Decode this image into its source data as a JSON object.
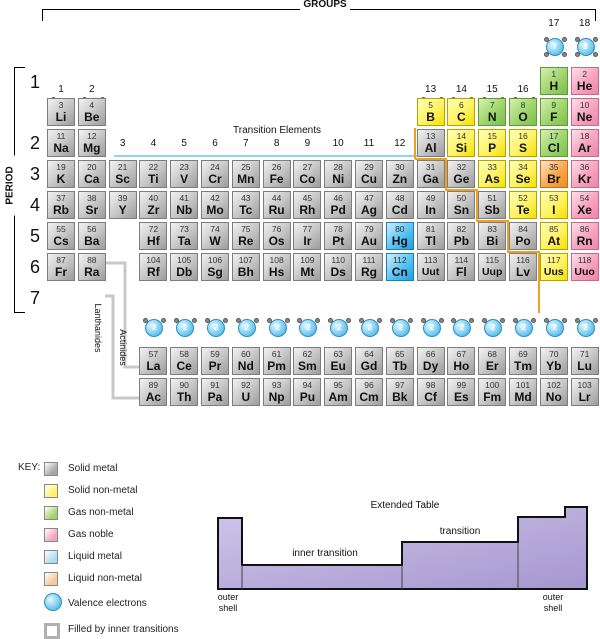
{
  "header": {
    "groups_label": "GROUPS",
    "period_label": "PERIOD",
    "transition_label": "Transition Elements",
    "lanthanides_label": "Lanthanides",
    "actinides_label": "Actinides"
  },
  "group_numbers": [
    "1",
    "2",
    "3",
    "4",
    "5",
    "6",
    "7",
    "8",
    "9",
    "10",
    "11",
    "12",
    "13",
    "14",
    "15",
    "16",
    "17",
    "18"
  ],
  "period_numbers": [
    "1",
    "2",
    "3",
    "4",
    "5",
    "6",
    "7"
  ],
  "valence_numbers": [
    "1",
    "2",
    "3",
    "4",
    "5",
    "6",
    "7",
    "8"
  ],
  "elements": [
    {
      "n": "1",
      "s": "H",
      "r": 1,
      "c": 17,
      "k": "green"
    },
    {
      "n": "2",
      "s": "He",
      "r": 1,
      "c": 18,
      "k": "pink"
    },
    {
      "n": "3",
      "s": "Li",
      "r": 2,
      "c": 1,
      "k": "gray"
    },
    {
      "n": "4",
      "s": "Be",
      "r": 2,
      "c": 2,
      "k": "gray"
    },
    {
      "n": "5",
      "s": "B",
      "r": 2,
      "c": 13,
      "k": "yellow"
    },
    {
      "n": "6",
      "s": "C",
      "r": 2,
      "c": 14,
      "k": "yellow"
    },
    {
      "n": "7",
      "s": "N",
      "r": 2,
      "c": 15,
      "k": "green"
    },
    {
      "n": "8",
      "s": "O",
      "r": 2,
      "c": 16,
      "k": "green"
    },
    {
      "n": "9",
      "s": "F",
      "r": 2,
      "c": 17,
      "k": "green"
    },
    {
      "n": "10",
      "s": "Ne",
      "r": 2,
      "c": 18,
      "k": "pink"
    },
    {
      "n": "11",
      "s": "Na",
      "r": 3,
      "c": 1,
      "k": "gray"
    },
    {
      "n": "12",
      "s": "Mg",
      "r": 3,
      "c": 2,
      "k": "gray"
    },
    {
      "n": "13",
      "s": "Al",
      "r": 3,
      "c": 13,
      "k": "gray"
    },
    {
      "n": "14",
      "s": "Si",
      "r": 3,
      "c": 14,
      "k": "yellow"
    },
    {
      "n": "15",
      "s": "P",
      "r": 3,
      "c": 15,
      "k": "yellow"
    },
    {
      "n": "16",
      "s": "S",
      "r": 3,
      "c": 16,
      "k": "yellow"
    },
    {
      "n": "17",
      "s": "Cl",
      "r": 3,
      "c": 17,
      "k": "green"
    },
    {
      "n": "18",
      "s": "Ar",
      "r": 3,
      "c": 18,
      "k": "pink"
    },
    {
      "n": "19",
      "s": "K",
      "r": 4,
      "c": 1,
      "k": "gray"
    },
    {
      "n": "20",
      "s": "Ca",
      "r": 4,
      "c": 2,
      "k": "gray"
    },
    {
      "n": "21",
      "s": "Sc",
      "r": 4,
      "c": 3,
      "k": "gray"
    },
    {
      "n": "22",
      "s": "Ti",
      "r": 4,
      "c": 4,
      "k": "gray"
    },
    {
      "n": "23",
      "s": "V",
      "r": 4,
      "c": 5,
      "k": "gray"
    },
    {
      "n": "24",
      "s": "Cr",
      "r": 4,
      "c": 6,
      "k": "gray"
    },
    {
      "n": "25",
      "s": "Mn",
      "r": 4,
      "c": 7,
      "k": "gray"
    },
    {
      "n": "26",
      "s": "Fe",
      "r": 4,
      "c": 8,
      "k": "gray"
    },
    {
      "n": "27",
      "s": "Co",
      "r": 4,
      "c": 9,
      "k": "gray"
    },
    {
      "n": "28",
      "s": "Ni",
      "r": 4,
      "c": 10,
      "k": "gray"
    },
    {
      "n": "29",
      "s": "Cu",
      "r": 4,
      "c": 11,
      "k": "gray"
    },
    {
      "n": "30",
      "s": "Zn",
      "r": 4,
      "c": 12,
      "k": "gray"
    },
    {
      "n": "31",
      "s": "Ga",
      "r": 4,
      "c": 13,
      "k": "gray"
    },
    {
      "n": "32",
      "s": "Ge",
      "r": 4,
      "c": 14,
      "k": "gray"
    },
    {
      "n": "33",
      "s": "As",
      "r": 4,
      "c": 15,
      "k": "yellow"
    },
    {
      "n": "34",
      "s": "Se",
      "r": 4,
      "c": 16,
      "k": "yellow"
    },
    {
      "n": "35",
      "s": "Br",
      "r": 4,
      "c": 17,
      "k": "orange"
    },
    {
      "n": "36",
      "s": "Kr",
      "r": 4,
      "c": 18,
      "k": "pink"
    },
    {
      "n": "37",
      "s": "Rb",
      "r": 5,
      "c": 1,
      "k": "gray"
    },
    {
      "n": "38",
      "s": "Sr",
      "r": 5,
      "c": 2,
      "k": "gray"
    },
    {
      "n": "39",
      "s": "Y",
      "r": 5,
      "c": 3,
      "k": "gray"
    },
    {
      "n": "40",
      "s": "Zr",
      "r": 5,
      "c": 4,
      "k": "gray"
    },
    {
      "n": "41",
      "s": "Nb",
      "r": 5,
      "c": 5,
      "k": "gray"
    },
    {
      "n": "42",
      "s": "Mo",
      "r": 5,
      "c": 6,
      "k": "gray"
    },
    {
      "n": "43",
      "s": "Tc",
      "r": 5,
      "c": 7,
      "k": "gray"
    },
    {
      "n": "44",
      "s": "Ru",
      "r": 5,
      "c": 8,
      "k": "gray"
    },
    {
      "n": "45",
      "s": "Rh",
      "r": 5,
      "c": 9,
      "k": "gray"
    },
    {
      "n": "46",
      "s": "Pd",
      "r": 5,
      "c": 10,
      "k": "gray"
    },
    {
      "n": "47",
      "s": "Ag",
      "r": 5,
      "c": 11,
      "k": "gray"
    },
    {
      "n": "48",
      "s": "Cd",
      "r": 5,
      "c": 12,
      "k": "gray"
    },
    {
      "n": "49",
      "s": "In",
      "r": 5,
      "c": 13,
      "k": "gray"
    },
    {
      "n": "50",
      "s": "Sn",
      "r": 5,
      "c": 14,
      "k": "gray"
    },
    {
      "n": "51",
      "s": "Sb",
      "r": 5,
      "c": 15,
      "k": "gray"
    },
    {
      "n": "52",
      "s": "Te",
      "r": 5,
      "c": 16,
      "k": "yellow"
    },
    {
      "n": "53",
      "s": "I",
      "r": 5,
      "c": 17,
      "k": "yellow"
    },
    {
      "n": "54",
      "s": "Xe",
      "r": 5,
      "c": 18,
      "k": "pink"
    },
    {
      "n": "55",
      "s": "Cs",
      "r": 6,
      "c": 1,
      "k": "gray"
    },
    {
      "n": "56",
      "s": "Ba",
      "r": 6,
      "c": 2,
      "k": "gray"
    },
    {
      "n": "72",
      "s": "Hf",
      "r": 6,
      "c": 4,
      "k": "gray"
    },
    {
      "n": "73",
      "s": "Ta",
      "r": 6,
      "c": 5,
      "k": "gray"
    },
    {
      "n": "74",
      "s": "W",
      "r": 6,
      "c": 6,
      "k": "gray"
    },
    {
      "n": "75",
      "s": "Re",
      "r": 6,
      "c": 7,
      "k": "gray"
    },
    {
      "n": "76",
      "s": "Os",
      "r": 6,
      "c": 8,
      "k": "gray"
    },
    {
      "n": "77",
      "s": "Ir",
      "r": 6,
      "c": 9,
      "k": "gray"
    },
    {
      "n": "78",
      "s": "Pt",
      "r": 6,
      "c": 10,
      "k": "gray"
    },
    {
      "n": "79",
      "s": "Au",
      "r": 6,
      "c": 11,
      "k": "gray"
    },
    {
      "n": "80",
      "s": "Hg",
      "r": 6,
      "c": 12,
      "k": "blue"
    },
    {
      "n": "81",
      "s": "Tl",
      "r": 6,
      "c": 13,
      "k": "gray"
    },
    {
      "n": "82",
      "s": "Pb",
      "r": 6,
      "c": 14,
      "k": "gray"
    },
    {
      "n": "83",
      "s": "Bi",
      "r": 6,
      "c": 15,
      "k": "gray"
    },
    {
      "n": "84",
      "s": "Po",
      "r": 6,
      "c": 16,
      "k": "gray"
    },
    {
      "n": "85",
      "s": "At",
      "r": 6,
      "c": 17,
      "k": "yellow"
    },
    {
      "n": "86",
      "s": "Rn",
      "r": 6,
      "c": 18,
      "k": "pink"
    },
    {
      "n": "87",
      "s": "Fr",
      "r": 7,
      "c": 1,
      "k": "gray"
    },
    {
      "n": "88",
      "s": "Ra",
      "r": 7,
      "c": 2,
      "k": "gray"
    },
    {
      "n": "104",
      "s": "Rf",
      "r": 7,
      "c": 4,
      "k": "gray"
    },
    {
      "n": "105",
      "s": "Db",
      "r": 7,
      "c": 5,
      "k": "gray"
    },
    {
      "n": "106",
      "s": "Sg",
      "r": 7,
      "c": 6,
      "k": "gray"
    },
    {
      "n": "107",
      "s": "Bh",
      "r": 7,
      "c": 7,
      "k": "gray"
    },
    {
      "n": "108",
      "s": "Hs",
      "r": 7,
      "c": 8,
      "k": "gray"
    },
    {
      "n": "109",
      "s": "Mt",
      "r": 7,
      "c": 9,
      "k": "gray"
    },
    {
      "n": "110",
      "s": "Ds",
      "r": 7,
      "c": 10,
      "k": "gray"
    },
    {
      "n": "111",
      "s": "Rg",
      "r": 7,
      "c": 11,
      "k": "gray"
    },
    {
      "n": "112",
      "s": "Cn",
      "r": 7,
      "c": 12,
      "k": "blue"
    },
    {
      "n": "113",
      "s": "Uut",
      "r": 7,
      "c": 13,
      "k": "gray"
    },
    {
      "n": "114",
      "s": "Fl",
      "r": 7,
      "c": 14,
      "k": "gray"
    },
    {
      "n": "115",
      "s": "Uup",
      "r": 7,
      "c": 15,
      "k": "gray"
    },
    {
      "n": "116",
      "s": "Lv",
      "r": 7,
      "c": 16,
      "k": "gray"
    },
    {
      "n": "117",
      "s": "Uus",
      "r": 7,
      "c": 17,
      "k": "yellow"
    },
    {
      "n": "118",
      "s": "Uuo",
      "r": 7,
      "c": 18,
      "k": "pink"
    },
    {
      "n": "57",
      "s": "La",
      "r": 8,
      "c": 4,
      "k": "gray"
    },
    {
      "n": "58",
      "s": "Ce",
      "r": 8,
      "c": 5,
      "k": "gray"
    },
    {
      "n": "59",
      "s": "Pr",
      "r": 8,
      "c": 6,
      "k": "gray"
    },
    {
      "n": "60",
      "s": "Nd",
      "r": 8,
      "c": 7,
      "k": "gray"
    },
    {
      "n": "61",
      "s": "Pm",
      "r": 8,
      "c": 8,
      "k": "gray"
    },
    {
      "n": "62",
      "s": "Sm",
      "r": 8,
      "c": 9,
      "k": "gray"
    },
    {
      "n": "63",
      "s": "Eu",
      "r": 8,
      "c": 10,
      "k": "gray"
    },
    {
      "n": "64",
      "s": "Gd",
      "r": 8,
      "c": 11,
      "k": "gray"
    },
    {
      "n": "65",
      "s": "Tb",
      "r": 8,
      "c": 12,
      "k": "gray"
    },
    {
      "n": "66",
      "s": "Dy",
      "r": 8,
      "c": 13,
      "k": "gray"
    },
    {
      "n": "67",
      "s": "Ho",
      "r": 8,
      "c": 14,
      "k": "gray"
    },
    {
      "n": "68",
      "s": "Er",
      "r": 8,
      "c": 15,
      "k": "gray"
    },
    {
      "n": "69",
      "s": "Tm",
      "r": 8,
      "c": 16,
      "k": "gray"
    },
    {
      "n": "70",
      "s": "Yb",
      "r": 8,
      "c": 17,
      "k": "gray"
    },
    {
      "n": "71",
      "s": "Lu",
      "r": 8,
      "c": 18,
      "k": "gray"
    },
    {
      "n": "89",
      "s": "Ac",
      "r": 9,
      "c": 4,
      "k": "gray"
    },
    {
      "n": "90",
      "s": "Th",
      "r": 9,
      "c": 5,
      "k": "gray"
    },
    {
      "n": "91",
      "s": "Pa",
      "r": 9,
      "c": 6,
      "k": "gray"
    },
    {
      "n": "92",
      "s": "U",
      "r": 9,
      "c": 7,
      "k": "gray"
    },
    {
      "n": "93",
      "s": "Np",
      "r": 9,
      "c": 8,
      "k": "gray"
    },
    {
      "n": "94",
      "s": "Pu",
      "r": 9,
      "c": 9,
      "k": "gray"
    },
    {
      "n": "95",
      "s": "Am",
      "r": 9,
      "c": 10,
      "k": "gray"
    },
    {
      "n": "96",
      "s": "Cm",
      "r": 9,
      "c": 11,
      "k": "gray"
    },
    {
      "n": "97",
      "s": "Bk",
      "r": 9,
      "c": 12,
      "k": "gray"
    },
    {
      "n": "98",
      "s": "Cf",
      "r": 9,
      "c": 13,
      "k": "gray"
    },
    {
      "n": "99",
      "s": "Es",
      "r": 9,
      "c": 14,
      "k": "gray"
    },
    {
      "n": "100",
      "s": "Fm",
      "r": 9,
      "c": 15,
      "k": "gray"
    },
    {
      "n": "101",
      "s": "Md",
      "r": 9,
      "c": 16,
      "k": "gray"
    },
    {
      "n": "102",
      "s": "No",
      "r": 9,
      "c": 17,
      "k": "gray"
    },
    {
      "n": "103",
      "s": "Lr",
      "r": 9,
      "c": 18,
      "k": "gray"
    }
  ],
  "legend": {
    "key_label": "KEY:",
    "items": [
      {
        "label": "Solid metal",
        "color": "#a8a8a8"
      },
      {
        "label": "Solid non-metal",
        "color": "#fff266"
      },
      {
        "label": "Gas non-metal",
        "color": "#9fd46c"
      },
      {
        "label": "Gas noble",
        "color": "#f6a3bf"
      },
      {
        "label": "Liquid metal",
        "color": "#a9def6"
      },
      {
        "label": "Liquid non-metal",
        "color": "#f8c89a"
      },
      {
        "label": "Valence electrons",
        "color": "#59c3f2"
      },
      {
        "label": "Filled by inner transitions",
        "color": "#ffffff"
      }
    ]
  },
  "extended_table": {
    "title": "Extended Table",
    "inner_transition_label": "inner transition",
    "transition_label": "transition",
    "outer_shell_left": "outer shell",
    "outer_shell_right": "outer shell"
  },
  "colors": {
    "solid_metal": "#a8a8a8",
    "solid_nonmetal": "#fff266",
    "gas_nonmetal": "#9fd46c",
    "gas_noble": "#f6a3bf",
    "liquid_metal": "#59c3f2",
    "liquid_nonmetal": "#f7a84d",
    "extended_fill": "#b3a6d6"
  }
}
